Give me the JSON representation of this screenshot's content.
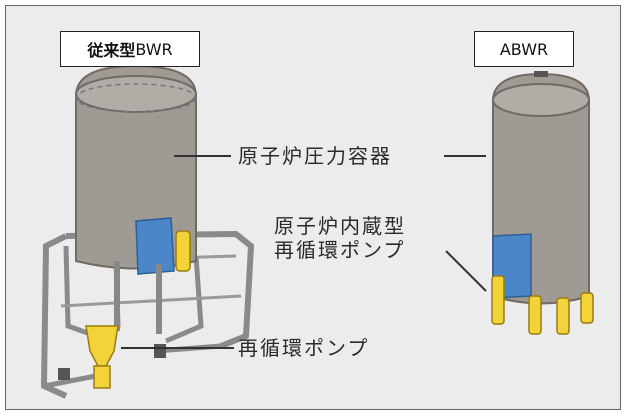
{
  "labels": {
    "conventional_bold": "従来型",
    "conventional_suffix": "BWR",
    "abwr": "ABWR",
    "pressure_vessel": "原子炉圧力容器",
    "internal_pump_line1": "原子炉内蔵型",
    "internal_pump_line2": "再循環ポンプ",
    "recirc_pump": "再循環ポンプ"
  },
  "colors": {
    "vessel": "#a09a94",
    "pump_yellow": "#f2d33a",
    "internal_blue": "#4b86c8",
    "pipe": "#8a8a8a"
  }
}
